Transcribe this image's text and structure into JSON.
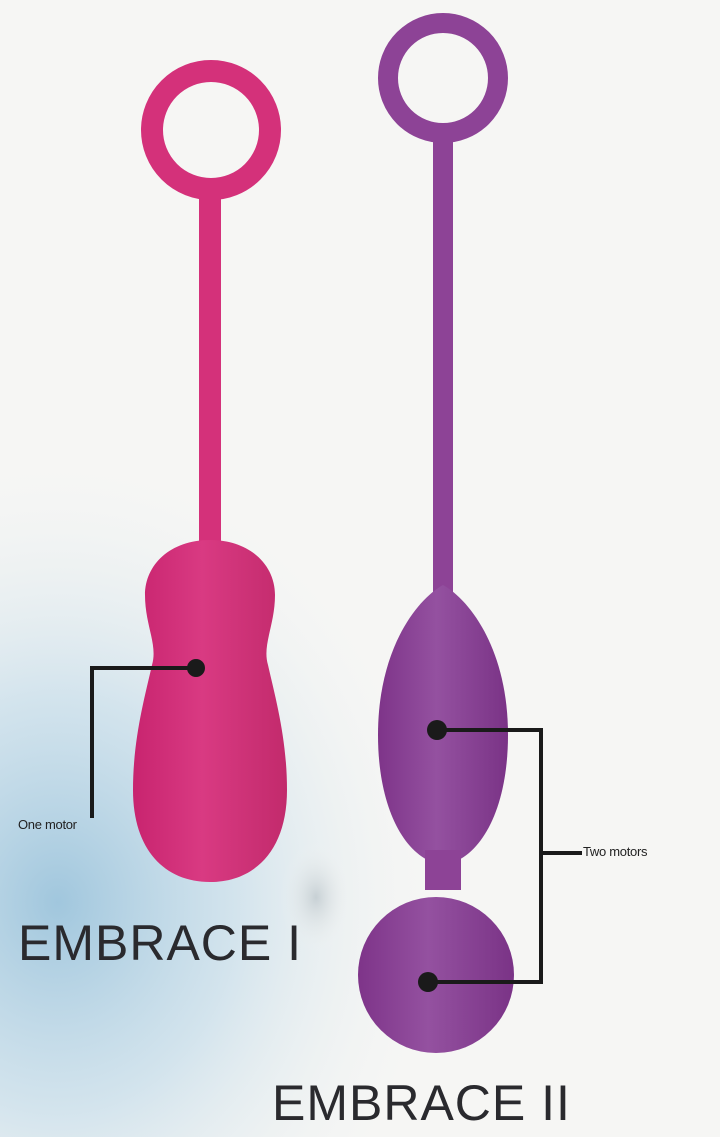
{
  "products": [
    {
      "name": "EMBRACE I",
      "callout": "One motor",
      "color": "#d4317a"
    },
    {
      "name": "EMBRACE II",
      "callout": "Two motors",
      "color": "#8d4396"
    }
  ]
}
